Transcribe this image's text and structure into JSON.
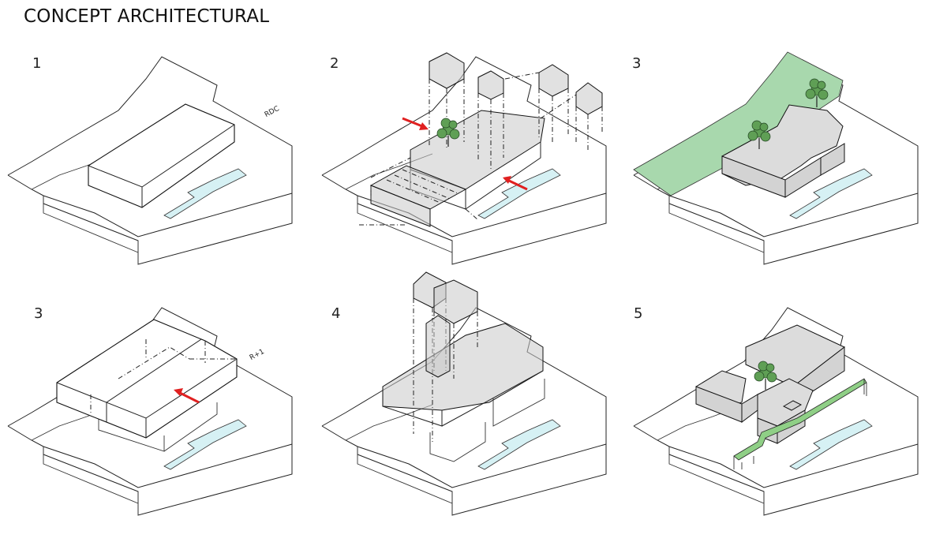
{
  "title": "CONCEPT ARCHITECTURAL",
  "panels": [
    {
      "number": "1",
      "label": "RDC"
    },
    {
      "number": "2"
    },
    {
      "number": "3"
    },
    {
      "number": "3",
      "label": "R+1"
    },
    {
      "number": "4"
    },
    {
      "number": "5"
    }
  ],
  "colors": {
    "pool": "#d6f1f4",
    "landscape": "#a8d8ad",
    "arrow": "#e02020",
    "massing": "#d3d3d3"
  }
}
